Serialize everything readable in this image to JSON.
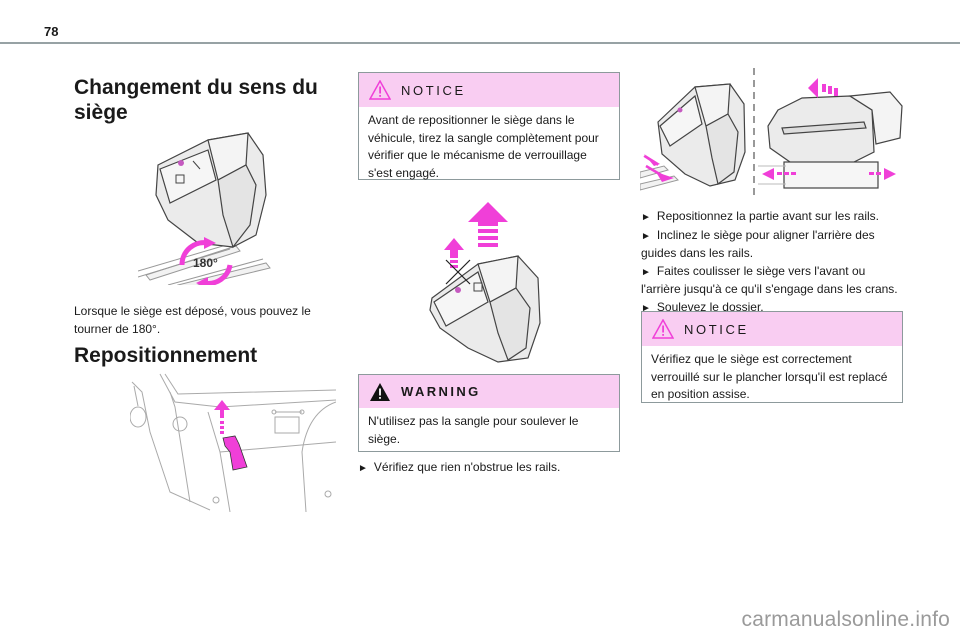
{
  "header": {
    "page_number": "78"
  },
  "left_column": {
    "section1_title_line1": "Changement du sens du",
    "section1_title_line2": "siège",
    "figure1": {
      "label": "180°",
      "description": "seat-rotation-illustration"
    },
    "section1_body_line1": "Lorsque le siège est déposé, vous pouvez le",
    "section1_body_line2": "tourner de 180°.",
    "section2_title": "Repositionnement",
    "figure2": {
      "description": "strap-pull-illustration"
    }
  },
  "middle_column": {
    "notice": {
      "title": "NOTICE",
      "lines": [
        "Avant de repositionner le siège dans le",
        "véhicule, tirez la sangle complètement pour",
        "vérifier que le mécanisme de verrouillage",
        "s'est engagé."
      ]
    },
    "figure3": {
      "description": "seat-lift-illustration"
    },
    "warning": {
      "title": "WARNING",
      "lines": [
        "N'utilisez pas la sangle pour soulever le",
        "siège."
      ]
    },
    "bullets": [
      {
        "glyph": "►",
        "text": "Vérifiez que rien n'obstrue les rails."
      }
    ]
  },
  "right_column": {
    "figure4": {
      "description": "seat-rail-alignment-illustration"
    },
    "instructions": [
      {
        "glyph": "►",
        "text": "Repositionnez la partie avant sur les rails."
      },
      {
        "glyph": "►",
        "text": "Inclinez le siège pour aligner l'arrière des",
        "continuation": "guides dans les rails."
      },
      {
        "glyph": "►",
        "text": "Faites coulisser le siège vers l'avant ou",
        "continuation": "l'arrière jusqu'à ce qu'il s'engage dans les crans."
      },
      {
        "glyph": "►",
        "text": "Soulevez le dossier."
      }
    ],
    "notice": {
      "title": "NOTICE",
      "lines": [
        "Vérifiez que le siège est correctement",
        "verrouillé sur le plancher lorsqu'il est replacé",
        "en position assise."
      ]
    }
  },
  "footer": {
    "watermark": "carmanualsonline.info"
  },
  "colors": {
    "callout_header_bg": "#f9cdf2",
    "accent_magenta": "#f03fd8",
    "border_gray": "#8d9a9c",
    "rule_gray": "#97a2a4"
  }
}
